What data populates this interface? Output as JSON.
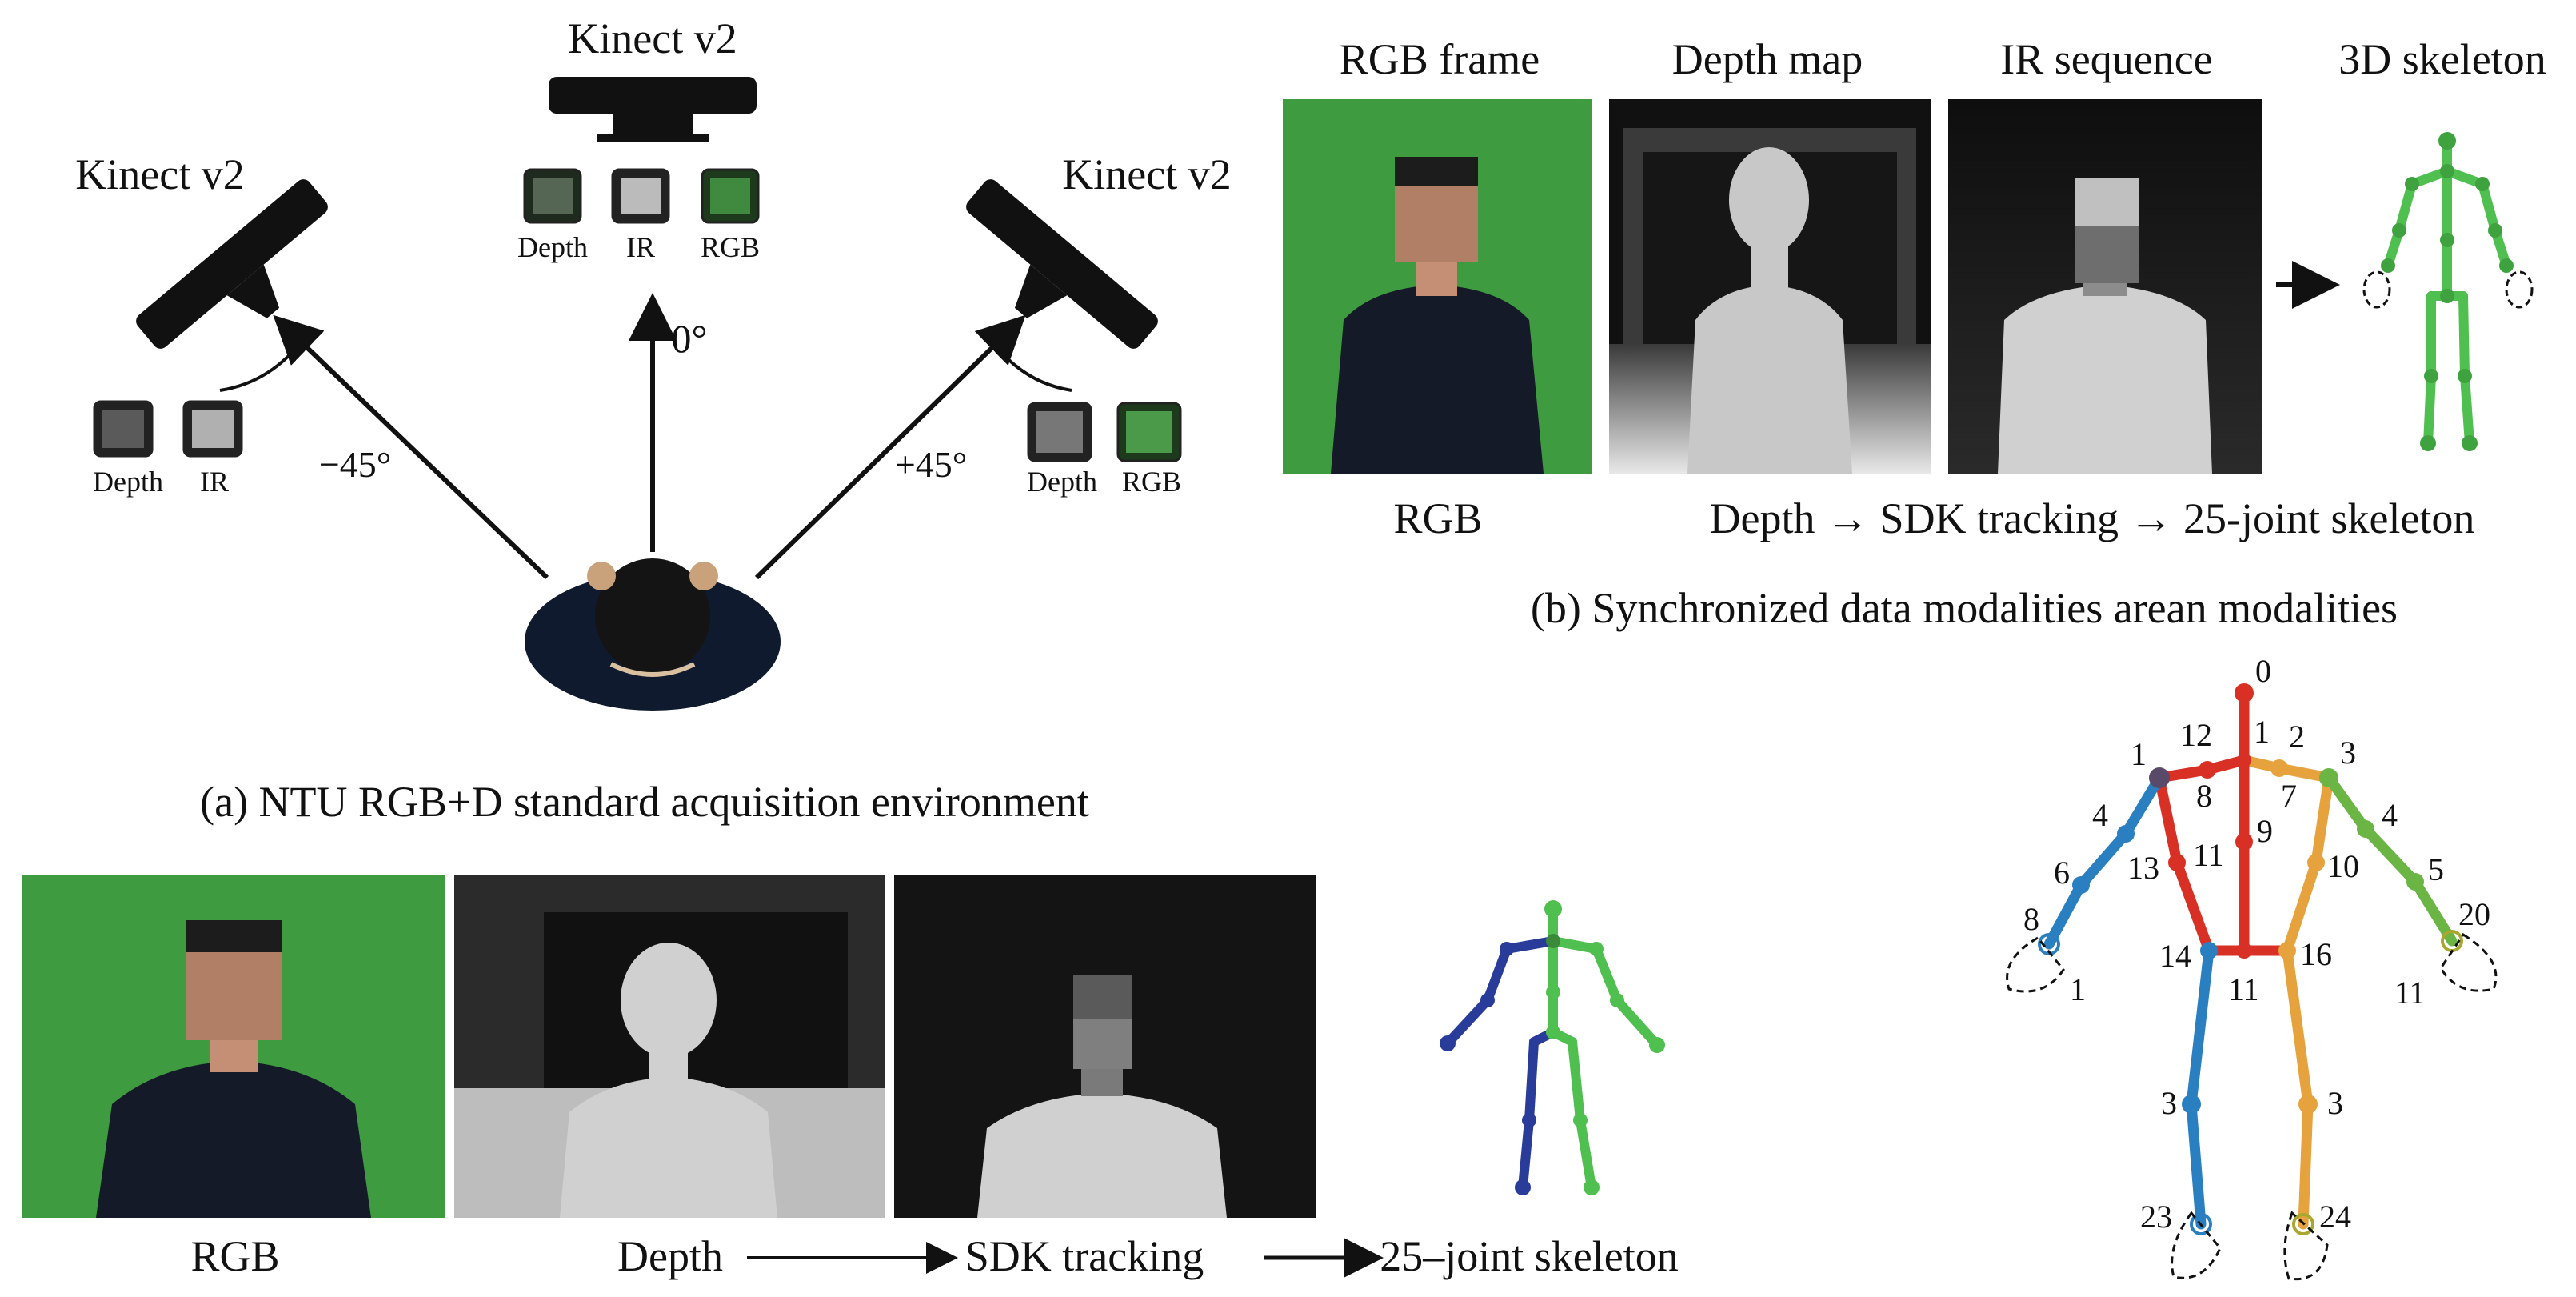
{
  "panel_a": {
    "kinect_left": "Kinect v2",
    "kinect_center": "Kinect v2",
    "kinect_right": "Kinect v2",
    "left_thumbs": [
      "Depth",
      "IR"
    ],
    "center_thumbs": [
      "Depth",
      "IR",
      "RGB"
    ],
    "right_thumbs": [
      "Depth",
      "RGB"
    ],
    "angle_left": "−45°",
    "angle_center": "0°",
    "angle_right": "+45°",
    "caption": "(a) NTU RGB+D standard acquisition environment"
  },
  "panel_b": {
    "headers": [
      "RGB frame",
      "Depth map",
      "IR sequence",
      "3D skeleton"
    ],
    "label_rgb": "RGB",
    "pipeline": "Depth → SDK tracking → 25-joint skeleton",
    "caption": "(b) Synchronized data modalities arean modalities"
  },
  "panel_c": {
    "label_rgb": "RGB",
    "label_depth": "Depth",
    "label_sdk": "SDK tracking",
    "label_skeleton": "25–joint skeleton"
  },
  "joint_map": {
    "labels": [
      "0",
      "1",
      "12",
      "1",
      "2",
      "3",
      "8",
      "7",
      "4",
      "4",
      "9",
      "11",
      "13",
      "10",
      "5",
      "6",
      "8",
      "20",
      "1",
      "11",
      "14",
      "11",
      "16",
      "3",
      "3",
      "23",
      "24"
    ]
  },
  "colors": {
    "green_screen": "#3f9b3f",
    "skeleton_red": "#d93025",
    "skeleton_orange": "#e6a23c",
    "skeleton_blue": "#2a7fc0",
    "skeleton_green": "#6bb544",
    "skeleton_purple": "#2a3c9a",
    "skeleton_lightgreen": "#4fbf4f"
  }
}
